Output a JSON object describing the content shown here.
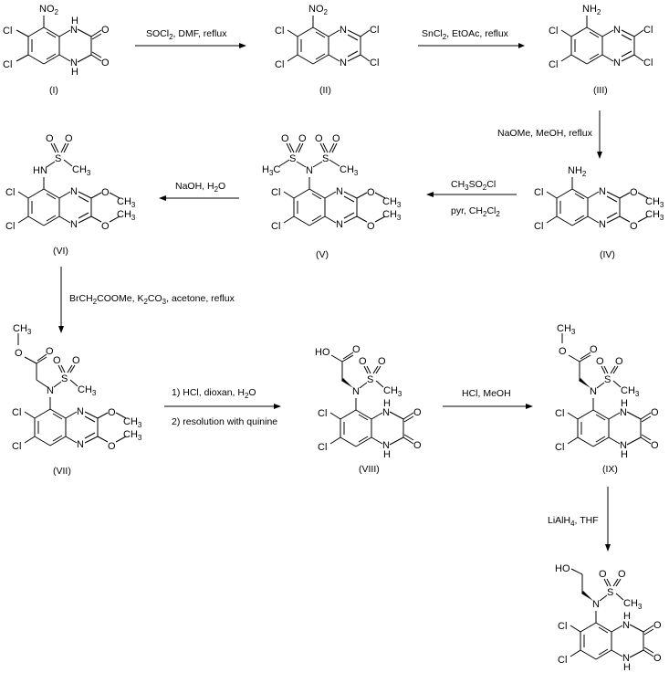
{
  "scheme": {
    "title": "",
    "compounds": [
      {
        "id": "I",
        "label": "(I)",
        "groups": {
          "top": "NO2",
          "cl1": "Cl",
          "cl2": "Cl",
          "n1": "N",
          "n1h": "H",
          "n2": "N",
          "n2h": "H",
          "o1": "O",
          "o2": "O"
        }
      },
      {
        "id": "II",
        "label": "(II)",
        "groups": {
          "top": "NO2",
          "cl1": "Cl",
          "cl2": "Cl",
          "n1": "N",
          "n2": "N",
          "cl3": "Cl",
          "cl4": "Cl"
        }
      },
      {
        "id": "III",
        "label": "(III)",
        "groups": {
          "top": "NH2",
          "cl1": "Cl",
          "cl2": "Cl",
          "n1": "N",
          "n2": "N",
          "cl3": "Cl",
          "cl4": "Cl"
        }
      },
      {
        "id": "IV",
        "label": "(IV)",
        "groups": {
          "top": "NH2",
          "cl1": "Cl",
          "cl2": "Cl",
          "n1": "N",
          "n2": "N",
          "o1": "O",
          "o2": "O",
          "me1": "CH3",
          "me2": "CH3"
        }
      },
      {
        "id": "V",
        "label": "(V)",
        "groups": {
          "n": "N",
          "s1": "S",
          "s2": "S",
          "o": "O",
          "me_left": "H3C",
          "me_right": "CH3",
          "cl1": "Cl",
          "cl2": "Cl",
          "n1": "N",
          "n2": "N",
          "o1": "O",
          "o2": "O",
          "me1": "CH3",
          "me2": "CH3"
        }
      },
      {
        "id": "VI",
        "label": "(VI)",
        "groups": {
          "hn": "HN",
          "s": "S",
          "o": "O",
          "me": "CH3",
          "cl1": "Cl",
          "cl2": "Cl",
          "n1": "N",
          "n2": "N",
          "o1": "O",
          "o2": "O",
          "me1": "CH3",
          "me2": "CH3"
        }
      },
      {
        "id": "VII",
        "label": "(VII)",
        "groups": {
          "ester_me": "CH3",
          "ester_o": "O",
          "carbonyl_o": "O",
          "n": "N",
          "s": "S",
          "o": "O",
          "me": "CH3",
          "cl1": "Cl",
          "cl2": "Cl",
          "n1": "N",
          "n2": "N",
          "o1": "O",
          "o2": "O",
          "me1": "CH3",
          "me2": "CH3"
        }
      },
      {
        "id": "VIII",
        "label": "(VIII)",
        "groups": {
          "ho": "HO",
          "carbonyl_o": "O",
          "n": "N",
          "s": "S",
          "o": "O",
          "me": "CH3",
          "cl1": "Cl",
          "cl2": "Cl",
          "n1": "N",
          "h": "H",
          "n2": "N",
          "o1": "O",
          "o2": "O"
        }
      },
      {
        "id": "IX",
        "label": "(IX)",
        "groups": {
          "ester_me": "CH3",
          "ester_o": "O",
          "carbonyl_o": "O",
          "n": "N",
          "s": "S",
          "o": "O",
          "me": "CH3",
          "cl1": "Cl",
          "cl2": "Cl",
          "n1": "N",
          "h": "H",
          "n2": "N",
          "o1": "O",
          "o2": "O"
        }
      },
      {
        "id": "X",
        "label": "",
        "groups": {
          "ho": "HO",
          "n": "N",
          "s": "S",
          "o": "O",
          "me": "CH3",
          "cl1": "Cl",
          "cl2": "Cl",
          "n1": "N",
          "h": "H",
          "n2": "N",
          "o1": "O",
          "o2": "O"
        }
      }
    ],
    "steps": [
      {
        "from": "I",
        "to": "II",
        "direction": "right",
        "above": "SOCl2, DMF, reflux",
        "below": ""
      },
      {
        "from": "II",
        "to": "III",
        "direction": "right",
        "above": "SnCl2, EtOAc, reflux",
        "below": ""
      },
      {
        "from": "III",
        "to": "IV",
        "direction": "down",
        "side": "NaOMe, MeOH, reflux"
      },
      {
        "from": "IV",
        "to": "V",
        "direction": "left",
        "above": "CH3SO2Cl",
        "below": "pyr, CH2Cl2"
      },
      {
        "from": "V",
        "to": "VI",
        "direction": "left",
        "above": "NaOH, H2O",
        "below": ""
      },
      {
        "from": "VI",
        "to": "VII",
        "direction": "down",
        "side": "BrCH2COOMe, K2CO3, acetone, reflux"
      },
      {
        "from": "VII",
        "to": "VIII",
        "direction": "right",
        "above": "1) HCl, dioxan, H2O",
        "below": "2) resolution with quinine"
      },
      {
        "from": "VIII",
        "to": "IX",
        "direction": "right",
        "above": "HCl, MeOH",
        "below": ""
      },
      {
        "from": "IX",
        "to": "X",
        "direction": "down",
        "side": "LiAlH4, THF"
      }
    ]
  },
  "text": {
    "Cl": "Cl",
    "N": "N",
    "H": "H",
    "O": "O",
    "S": "S",
    "NO": "NO",
    "NH": "NH",
    "HN": "HN",
    "HO": "HO",
    "CH": "CH",
    "HC": "H",
    "C": "C",
    "sub2": "2",
    "sub3": "3",
    "sub4": "4",
    "lbl_I": "(I)",
    "lbl_II": "(II)",
    "lbl_III": "(III)",
    "lbl_IV": "(IV)",
    "lbl_V": "(V)",
    "lbl_VI": "(VI)",
    "lbl_VII": "(VII)",
    "lbl_VIII": "(VIII)",
    "lbl_IX": "(IX)"
  },
  "conditions": {
    "step1": {
      "p1": "SOCl",
      "s1": "2",
      "p2": ", DMF, reflux"
    },
    "step2": {
      "p1": "SnCl",
      "s1": "2",
      "p2": ", EtOAc, reflux"
    },
    "step3": {
      "p1": "NaOMe, MeOH, reflux"
    },
    "step4a": {
      "p1": "CH",
      "s1": "3",
      "p2": "SO",
      "s2": "2",
      "p3": "Cl"
    },
    "step4b": {
      "p1": "pyr, CH",
      "s1": "2",
      "p2": "Cl",
      "s2": "2"
    },
    "step5": {
      "p1": "NaOH, H",
      "s1": "2",
      "p2": "O"
    },
    "step6": {
      "p1": "BrCH",
      "s1": "2",
      "p2": "COOMe, K",
      "s2": "2",
      "p3": "CO",
      "s3": "3",
      "p4": ", acetone, reflux"
    },
    "step7a": {
      "p1": "1) HCl, dioxan, H",
      "s1": "2",
      "p2": "O"
    },
    "step7b": {
      "p1": "2) resolution with quinine"
    },
    "step8": {
      "p1": "HCl, MeOH"
    },
    "step9": {
      "p1": "LiAlH",
      "s1": "4",
      "p2": ", THF"
    }
  }
}
